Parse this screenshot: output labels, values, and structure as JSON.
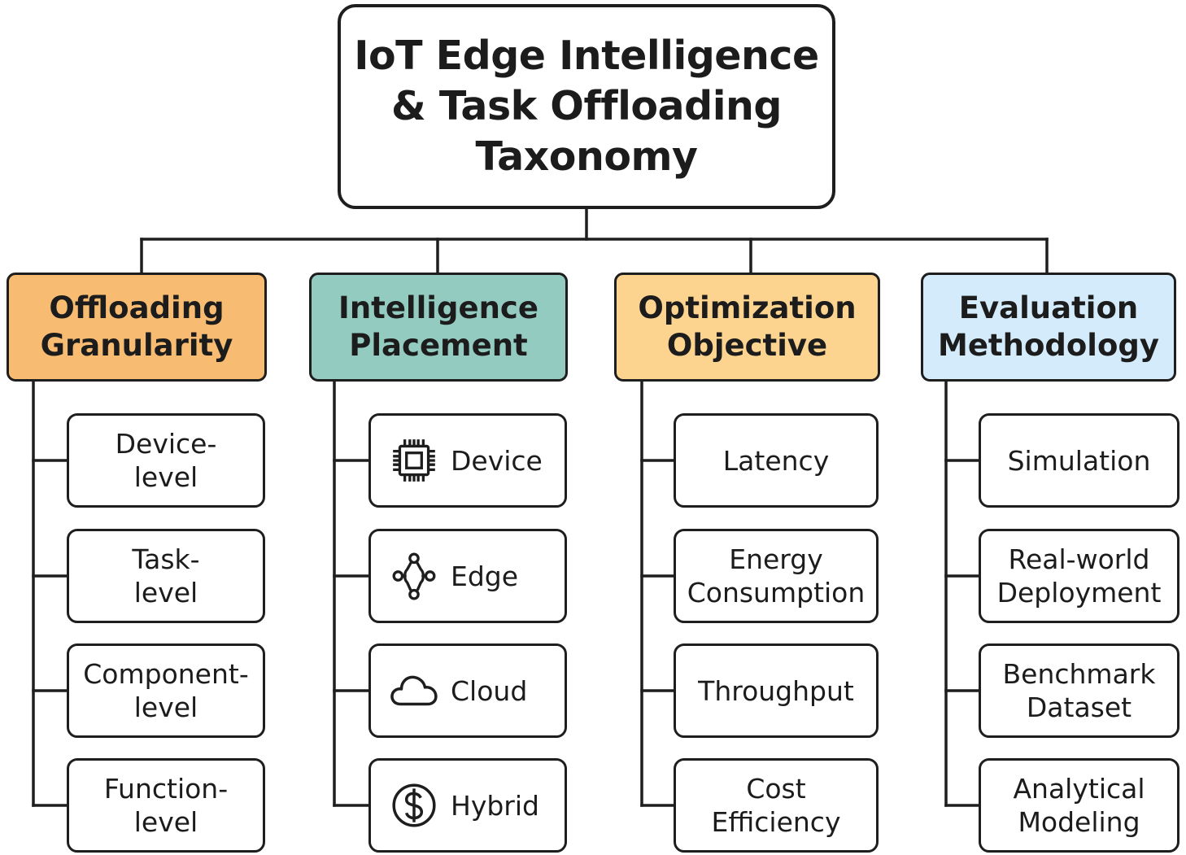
{
  "root": {
    "title": "IoT Edge Intelligence\n& Task Offloading\nTaxonomy"
  },
  "colors": {
    "offloading_granularity": "#f7bc71",
    "intelligence_placement": "#94cbc0",
    "optimization_objective": "#fcd48f",
    "evaluation_methodology": "#d3ebfb",
    "line": "#1e1e1e"
  },
  "categories": [
    {
      "key": "offloading_granularity",
      "title": "Offloading\nGranularity",
      "items": [
        {
          "label": "Device-\nlevel"
        },
        {
          "label": "Task-\nlevel"
        },
        {
          "label": "Component-\nlevel"
        },
        {
          "label": "Function-\nlevel"
        }
      ]
    },
    {
      "key": "intelligence_placement",
      "title": "Intelligence\nPlacement",
      "items": [
        {
          "label": "Device",
          "icon": "chip-icon"
        },
        {
          "label": "Edge",
          "icon": "edge-network-icon"
        },
        {
          "label": "Cloud",
          "icon": "cloud-icon"
        },
        {
          "label": "Hybrid",
          "icon": "dollar-circle-icon"
        }
      ]
    },
    {
      "key": "optimization_objective",
      "title": "Optimization\nObjective",
      "items": [
        {
          "label": "Latency"
        },
        {
          "label": "Energy\nConsumption"
        },
        {
          "label": "Throughput"
        },
        {
          "label": "Cost\nEfficiency"
        }
      ]
    },
    {
      "key": "evaluation_methodology",
      "title": "Evaluation\nMethodology",
      "items": [
        {
          "label": "Simulation"
        },
        {
          "label": "Real-world\nDeployment"
        },
        {
          "label": "Benchmark\nDataset"
        },
        {
          "label": "Analytical\nModeling"
        }
      ]
    }
  ]
}
